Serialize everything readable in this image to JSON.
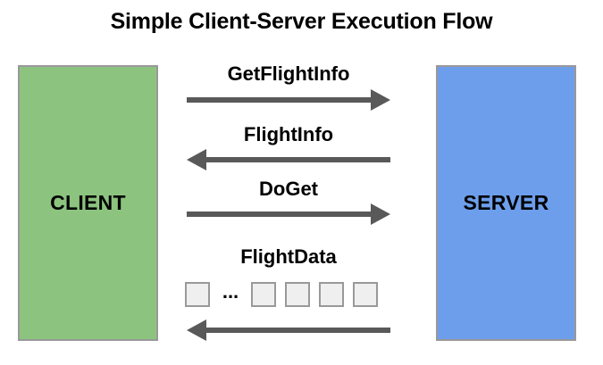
{
  "diagram": {
    "title": "Simple Client-Server Execution Flow",
    "colors": {
      "client_fill": "#8CC47F",
      "server_fill": "#6D9EEB",
      "box_border": "#999999",
      "arrow": "#595959",
      "packet_fill": "#EFEFEF",
      "background": "#FFFFFF",
      "text": "#000000"
    },
    "actors": [
      {
        "id": "client",
        "label": "CLIENT"
      },
      {
        "id": "server",
        "label": "SERVER"
      }
    ],
    "messages": [
      {
        "id": "get-flight-info",
        "label": "GetFlightInfo",
        "direction": "right",
        "from": "CLIENT",
        "to": "SERVER"
      },
      {
        "id": "flight-info",
        "label": "FlightInfo",
        "direction": "left",
        "from": "SERVER",
        "to": "CLIENT"
      },
      {
        "id": "do-get",
        "label": "DoGet",
        "direction": "right",
        "from": "CLIENT",
        "to": "SERVER"
      },
      {
        "id": "flight-data",
        "label": "FlightData",
        "direction": "left",
        "from": "SERVER",
        "to": "CLIENT"
      }
    ],
    "packets": {
      "ellipsis": "...",
      "count": 5
    }
  }
}
